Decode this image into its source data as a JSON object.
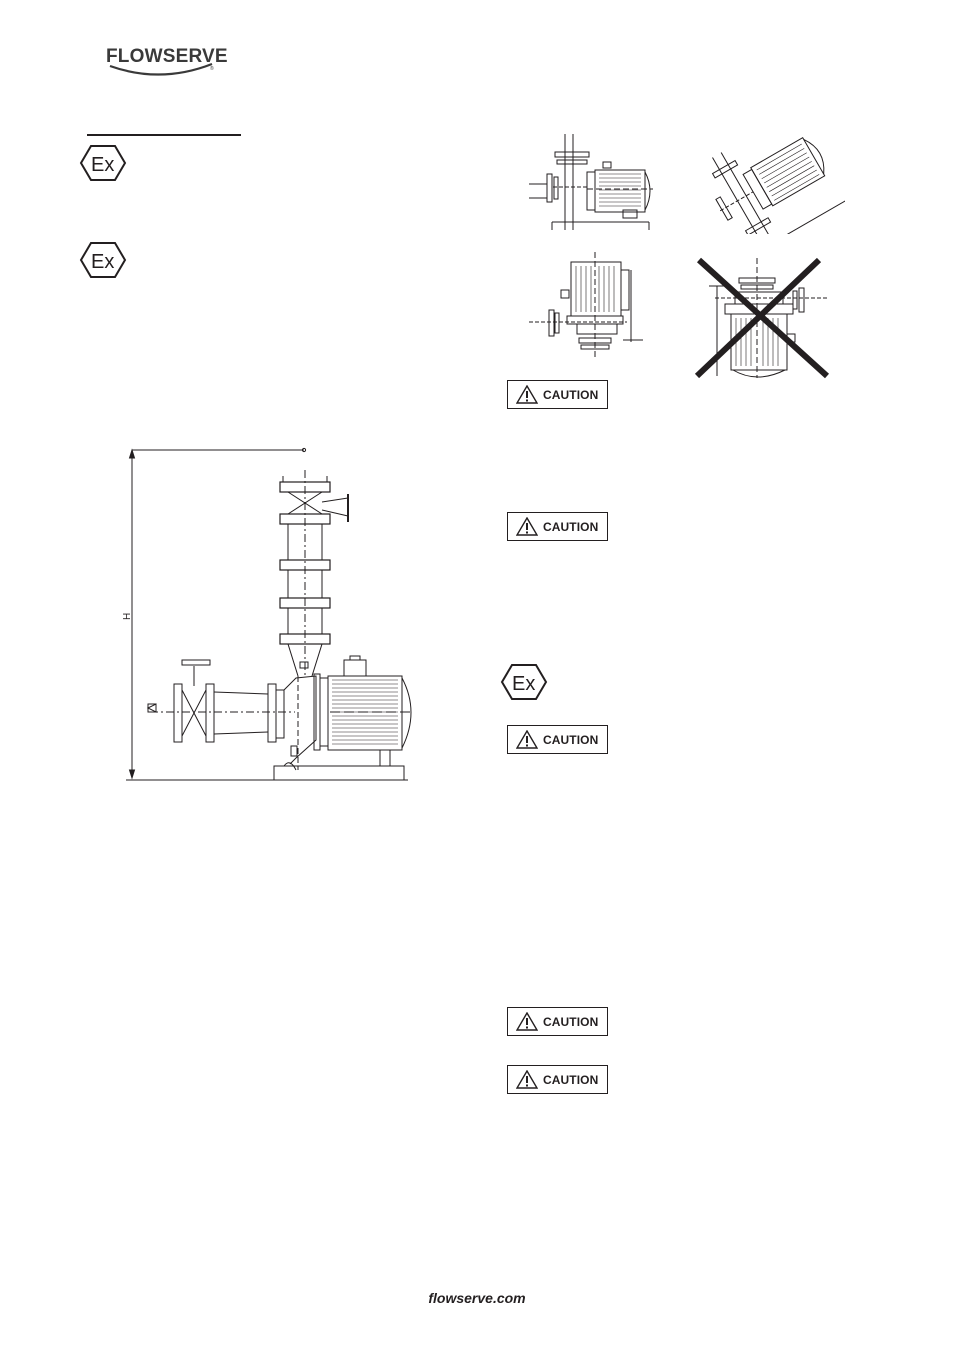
{
  "header": {
    "logo_text": "FLOWSERVE"
  },
  "ex_symbol": {
    "text": "Ex"
  },
  "caution_label": "CAUTION",
  "pipe_diagram": {
    "height_label": "H"
  },
  "footer": {
    "url": "flowserve.com"
  },
  "colors": {
    "ink": "#231f20"
  }
}
